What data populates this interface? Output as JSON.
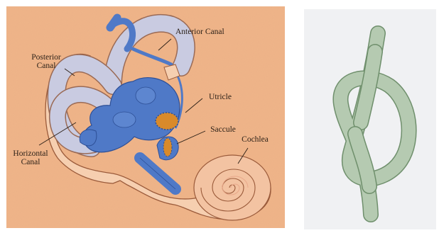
{
  "ear_diagram": {
    "labels": {
      "anterior_canal": "Anterior Canal",
      "posterior_canal": "Posterior Canal",
      "utricle": "Utricle",
      "saccule": "Saccule",
      "cochlea": "Cochlea",
      "horizontal_canal": "Horizontal Canal"
    },
    "colors": {
      "background": "#f0b58a",
      "canal": "#c8cbe0",
      "membranous": "#4f79c7",
      "macula": "#d98a2a",
      "cochlea": "#f3c3a2"
    }
  },
  "knot_diagram": {
    "colors": {
      "background": "#f0f1f3",
      "rope": "#b5cab1",
      "rope_outline": "#6f8f6c"
    }
  }
}
